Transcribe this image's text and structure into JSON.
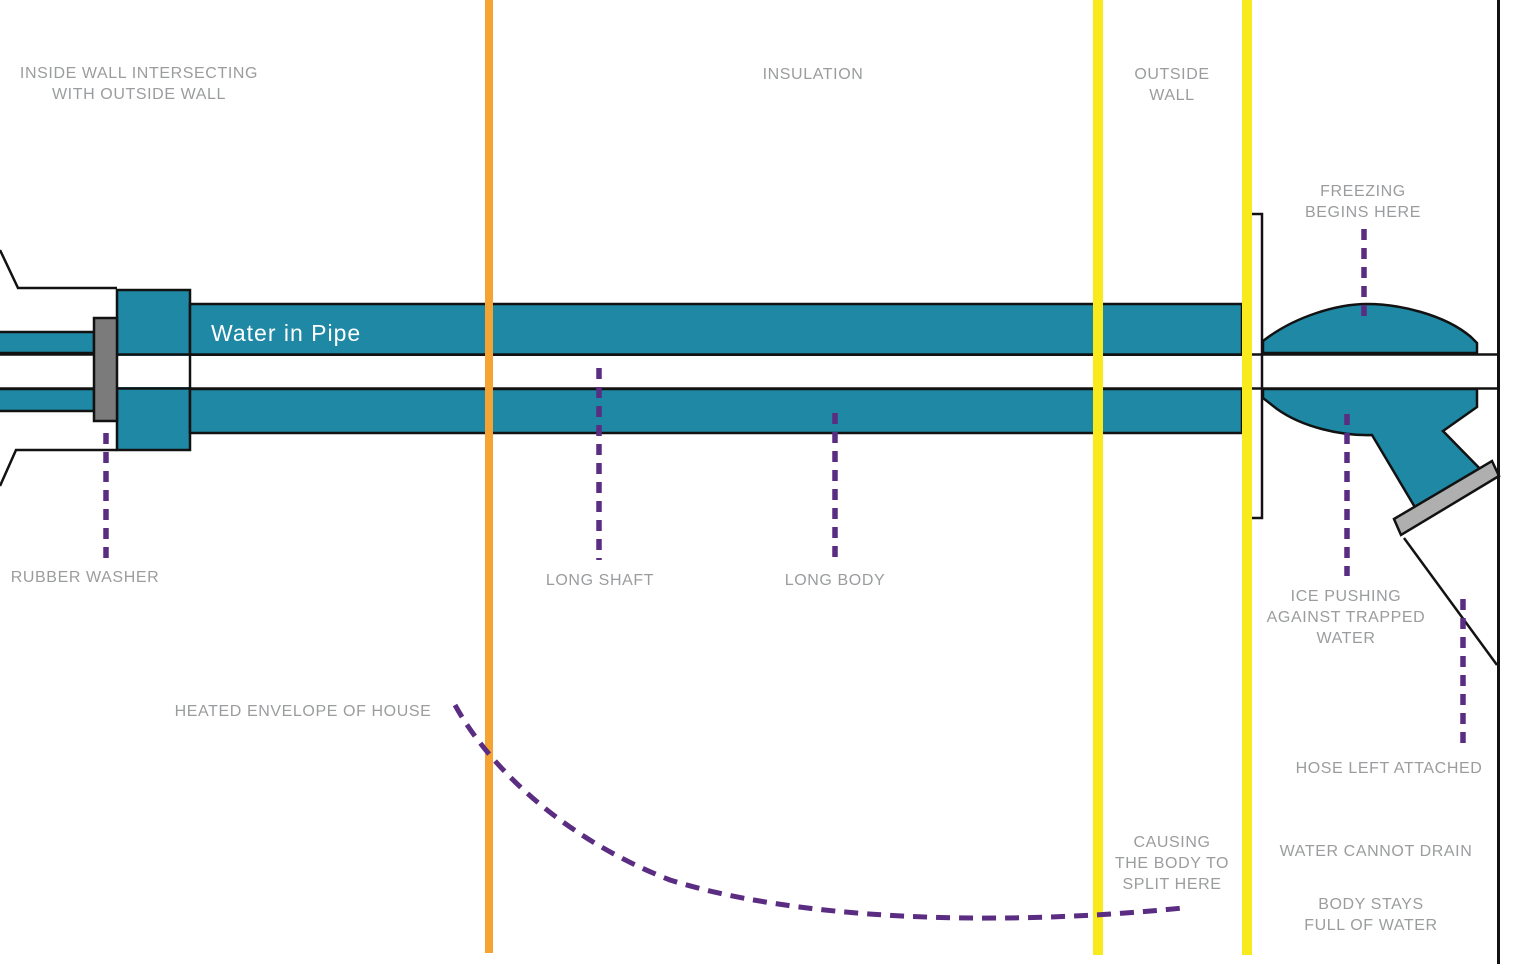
{
  "labels": {
    "inside_wall": [
      "INSIDE WALL INTERSECTING",
      "WITH OUTSIDE WALL"
    ],
    "insulation": [
      "INSULATION"
    ],
    "outside_wall": [
      "OUTSIDE",
      "WALL"
    ],
    "freezing": [
      "FREEZING",
      "BEGINS HERE"
    ],
    "water_in_pipe": [
      "Water in Pipe"
    ],
    "rubber_washer": [
      "RUBBER WASHER"
    ],
    "long_shaft": [
      "LONG SHAFT"
    ],
    "long_body": [
      "LONG BODY"
    ],
    "heated_envelope": [
      "HEATED ENVELOPE OF HOUSE"
    ],
    "ice_pushing": [
      "ICE PUSHING",
      "AGAINST TRAPPED",
      "WATER"
    ],
    "causing_split": [
      "CAUSING",
      "THE BODY TO",
      "SPLIT HERE"
    ],
    "hose_left": [
      "HOSE LEFT ATTACHED"
    ],
    "water_cannot_drain": [
      "WATER CANNOT DRAIN"
    ],
    "body_stays": [
      "BODY STAYS",
      "FULL OF WATER"
    ]
  },
  "colors": {
    "pipe_teal": "#1e88a5",
    "leader_purple": "#5a2c82",
    "inside_wall_line_orange": "#f5a333",
    "outside_wall_line_yellow": "#f8ea1c",
    "washer_gray": "#7b7b7b",
    "hose_coupling_gray": "#afafaf",
    "outline_black": "#121212",
    "label_gray": "#9a9c9e",
    "background": "#ffffff"
  }
}
